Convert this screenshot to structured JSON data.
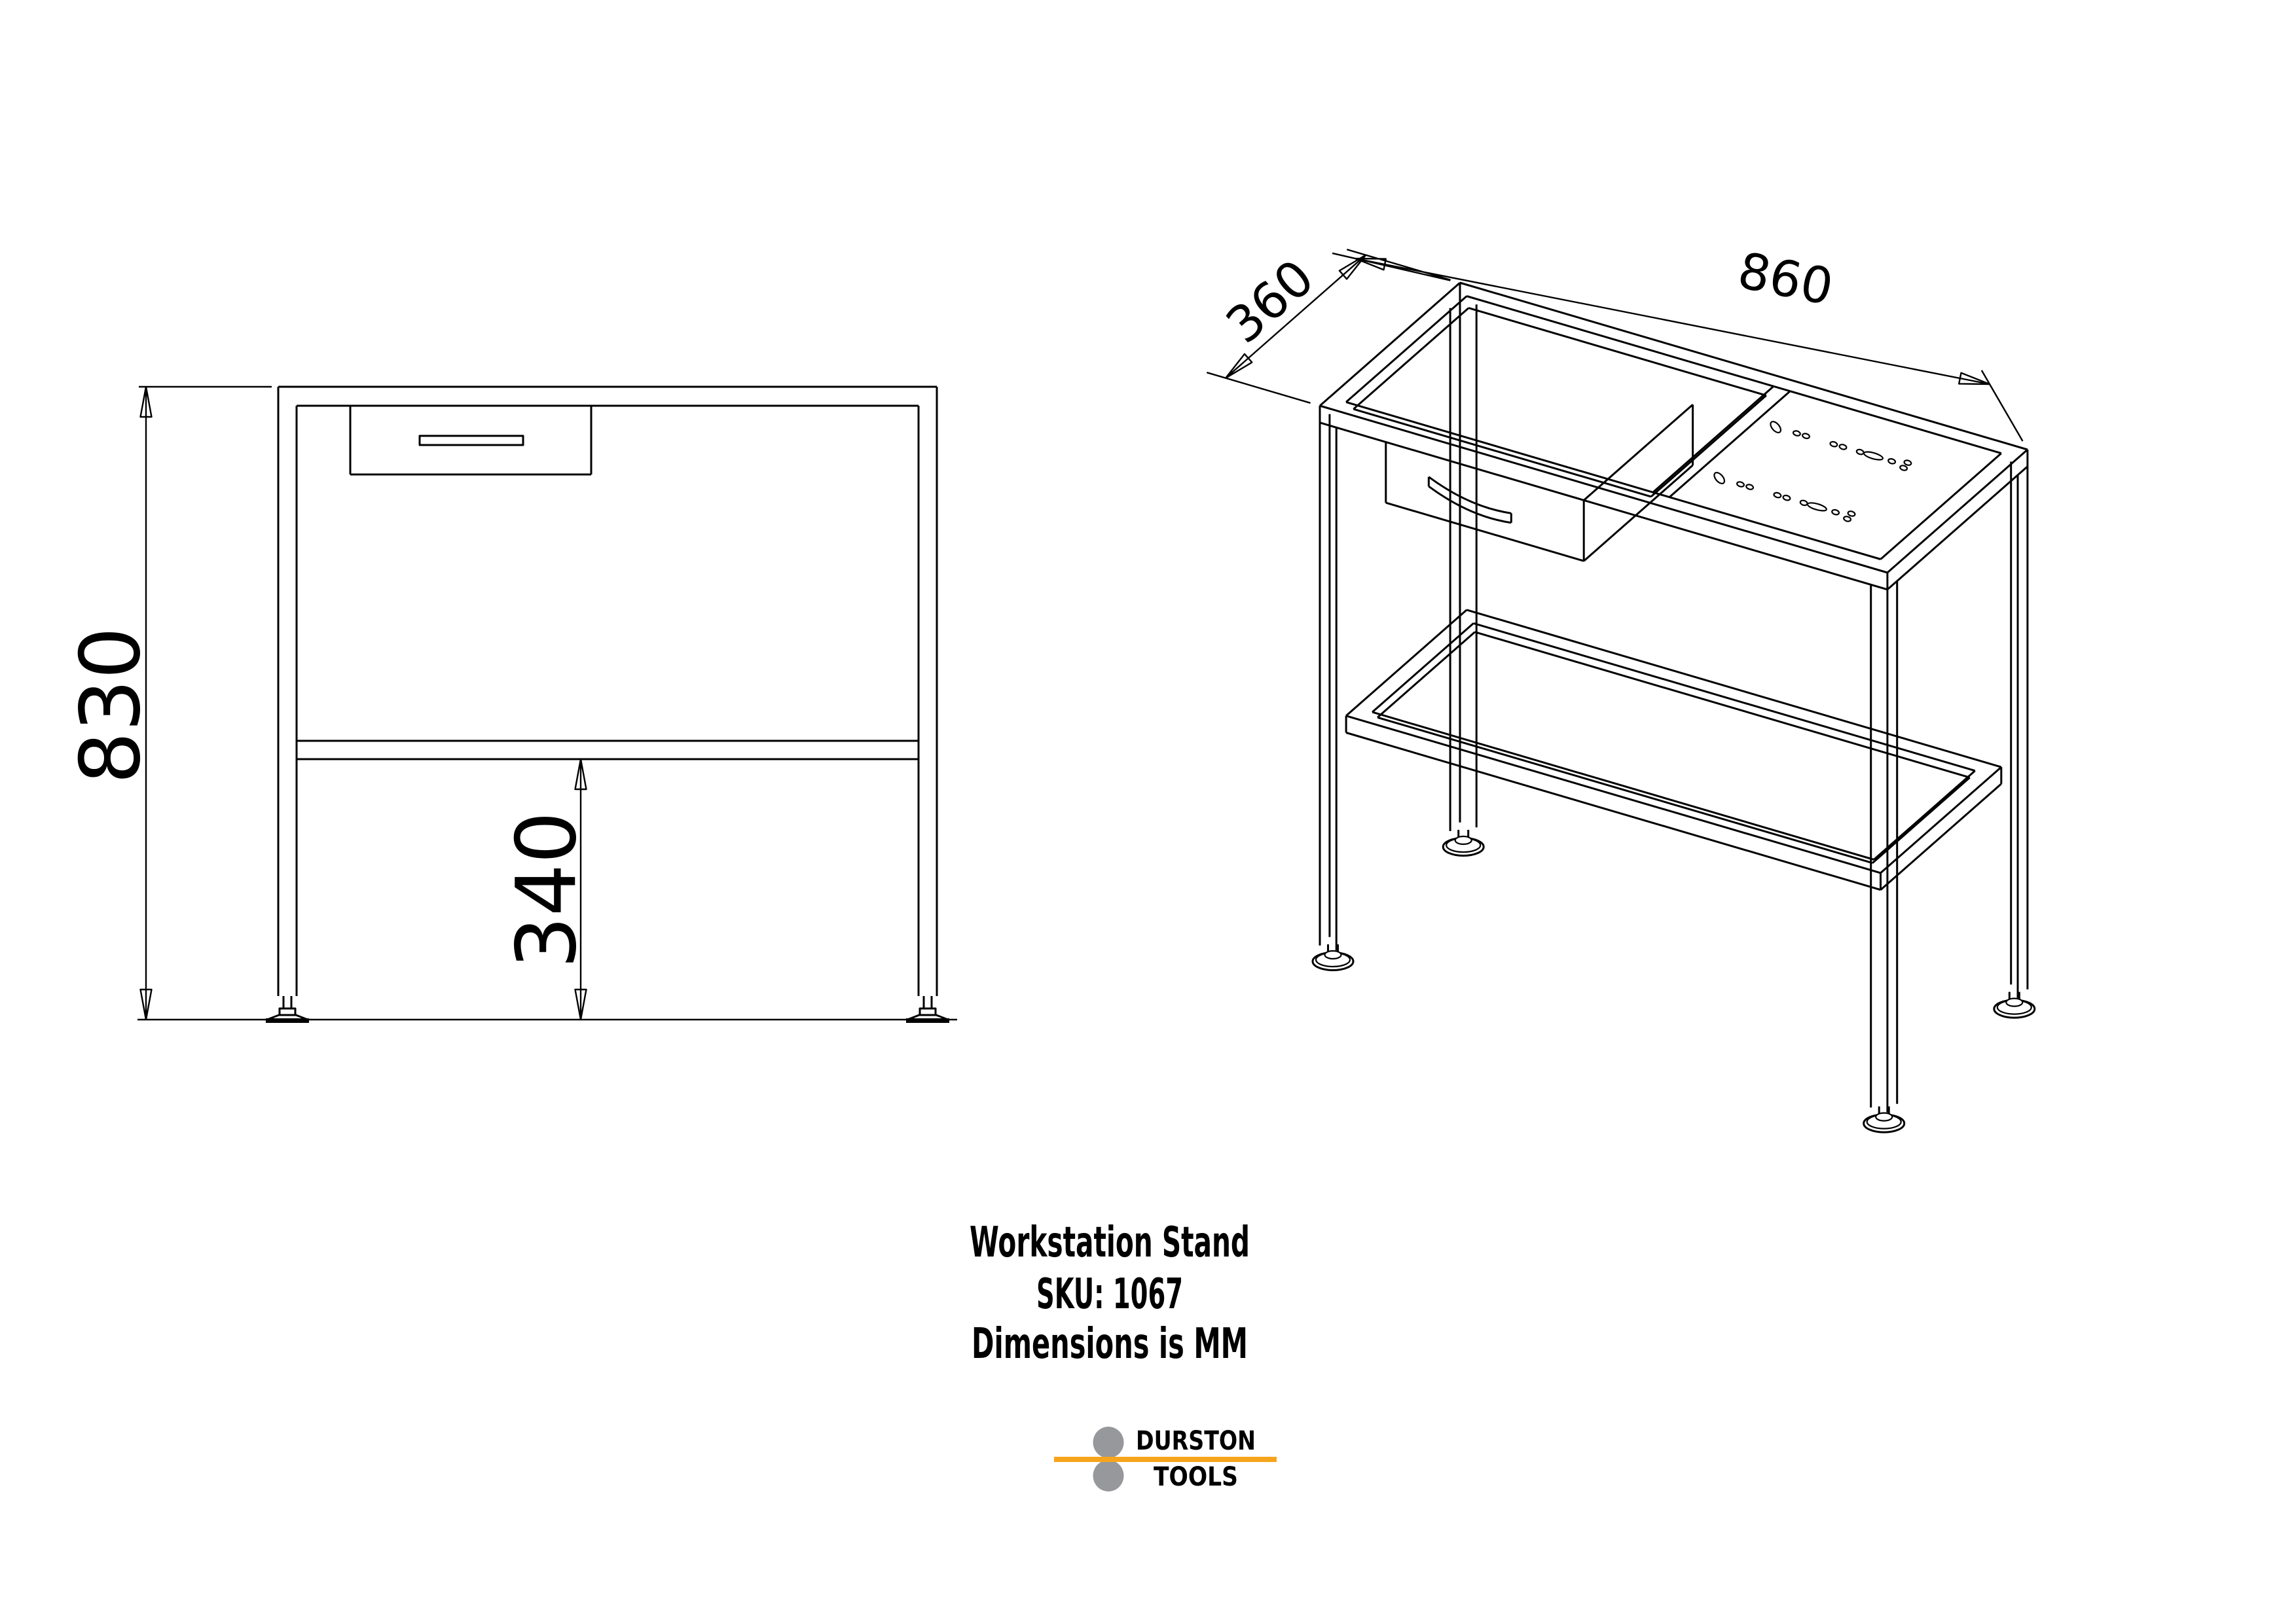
{
  "drawing": {
    "line_color": "#000000",
    "background": "#ffffff"
  },
  "front_view": {
    "height_label": "830",
    "shelf_height_label": "340"
  },
  "iso_view": {
    "depth_label": "360",
    "width_label": "860"
  },
  "title_block": {
    "line1": "Workstation Stand",
    "line2": "SKU: 1067",
    "line3": "Dimensions is MM"
  },
  "logo": {
    "brand_top": "DURSTON",
    "brand_bottom": "TOOLS",
    "bar_color": "#F7A41D",
    "roller_color": "#96989B",
    "text_color": "#000000"
  }
}
